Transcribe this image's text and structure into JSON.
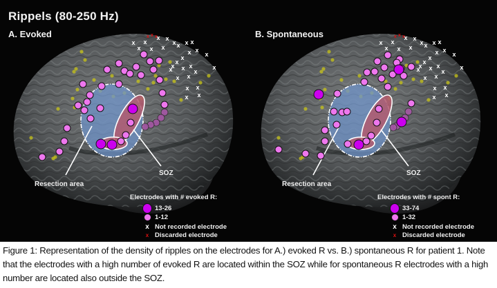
{
  "figure": {
    "title": "Rippels (80-250 Hz)",
    "panels": [
      {
        "id": "A",
        "title": "A. Evoked",
        "resection_label": "Resection area",
        "soz_label": "SOZ",
        "legend": {
          "heading": "Electrodes with # evoked R:",
          "high_range": "13-26",
          "low_range": "1-12",
          "not_recorded": "Not recorded electrode",
          "discarded": "Discarded electrode"
        }
      },
      {
        "id": "B",
        "title": "B. Spontaneous",
        "resection_label": "Resection area",
        "soz_label": "SOZ",
        "legend": {
          "heading": "Electrodes with # spont R:",
          "high_range": "33-74",
          "low_range": "1-32",
          "not_recorded": "Not recorded electrode",
          "discarded": "Discarded electrode"
        }
      }
    ],
    "colors": {
      "background": "#050505",
      "high_electrode": "#cc00ee",
      "low_electrode": "#ee77ee",
      "resection_area": "#6f93c8",
      "soz": "#b35a6e",
      "not_recorded": "#ffffff",
      "discarded": "#dd1111",
      "brain": "#5a5d5e"
    },
    "symbols": {
      "not_recorded": "x",
      "discarded": "x"
    }
  },
  "caption": "Figure 1: Representation of the density of ripples on the electrodes for A.) evoked R vs. B.) spontaneous R for patient 1. Note that the electrodes with a high number of evoked R are located within the SOZ while for spontaneous R electrodes with a high number are located also outside the SOZ."
}
